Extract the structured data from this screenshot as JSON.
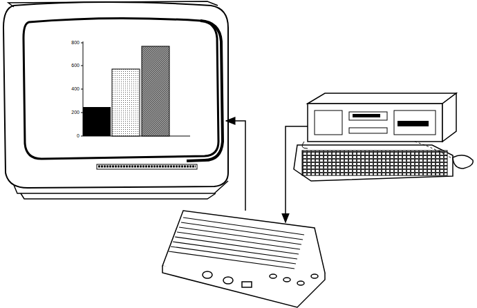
{
  "diagram": {
    "labels": [
      "800",
      "600",
      "400",
      "200",
      "0"
    ]
  }
}
